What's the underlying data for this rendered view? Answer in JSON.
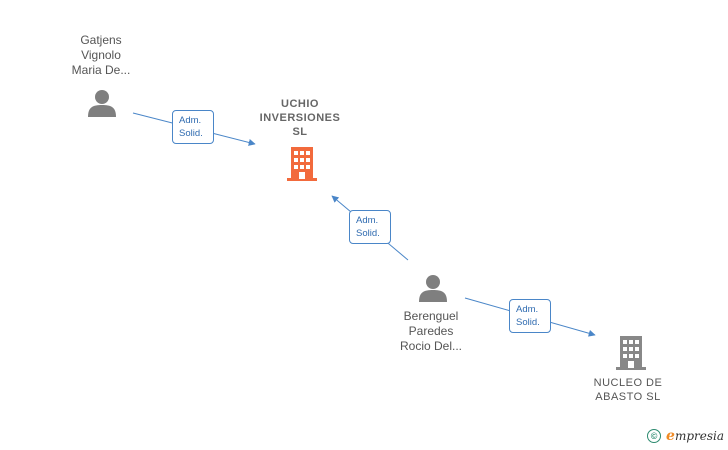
{
  "nodes": {
    "gatjens": {
      "lines": [
        "Gatjens",
        "Vignolo",
        "Maria De..."
      ],
      "type": "person"
    },
    "uchio": {
      "lines": [
        "UCHIO",
        "INVERSIONES",
        "SL"
      ],
      "type": "company",
      "color": "#f26a3c"
    },
    "berenguel": {
      "lines": [
        "Berenguel",
        "Paredes",
        "Rocio Del..."
      ],
      "type": "person"
    },
    "nucleo": {
      "lines": [
        "NUCLEO DE",
        "ABASTO  SL"
      ],
      "type": "company",
      "color": "#888888"
    }
  },
  "edges": [
    {
      "id": "gatjens-uchio",
      "label": [
        "Adm.",
        "Solid."
      ]
    },
    {
      "id": "berenguel-uchio",
      "label": [
        "Adm.",
        "Solid."
      ]
    },
    {
      "id": "berenguel-nucleo",
      "label": [
        "Adm.",
        "Solid."
      ]
    }
  ],
  "colors": {
    "edge": "#4a86c8",
    "person": "#7f7f7f"
  },
  "footer": {
    "copyright_symbol": "©",
    "brand_initial": "e",
    "brand_rest": "mpresia"
  }
}
